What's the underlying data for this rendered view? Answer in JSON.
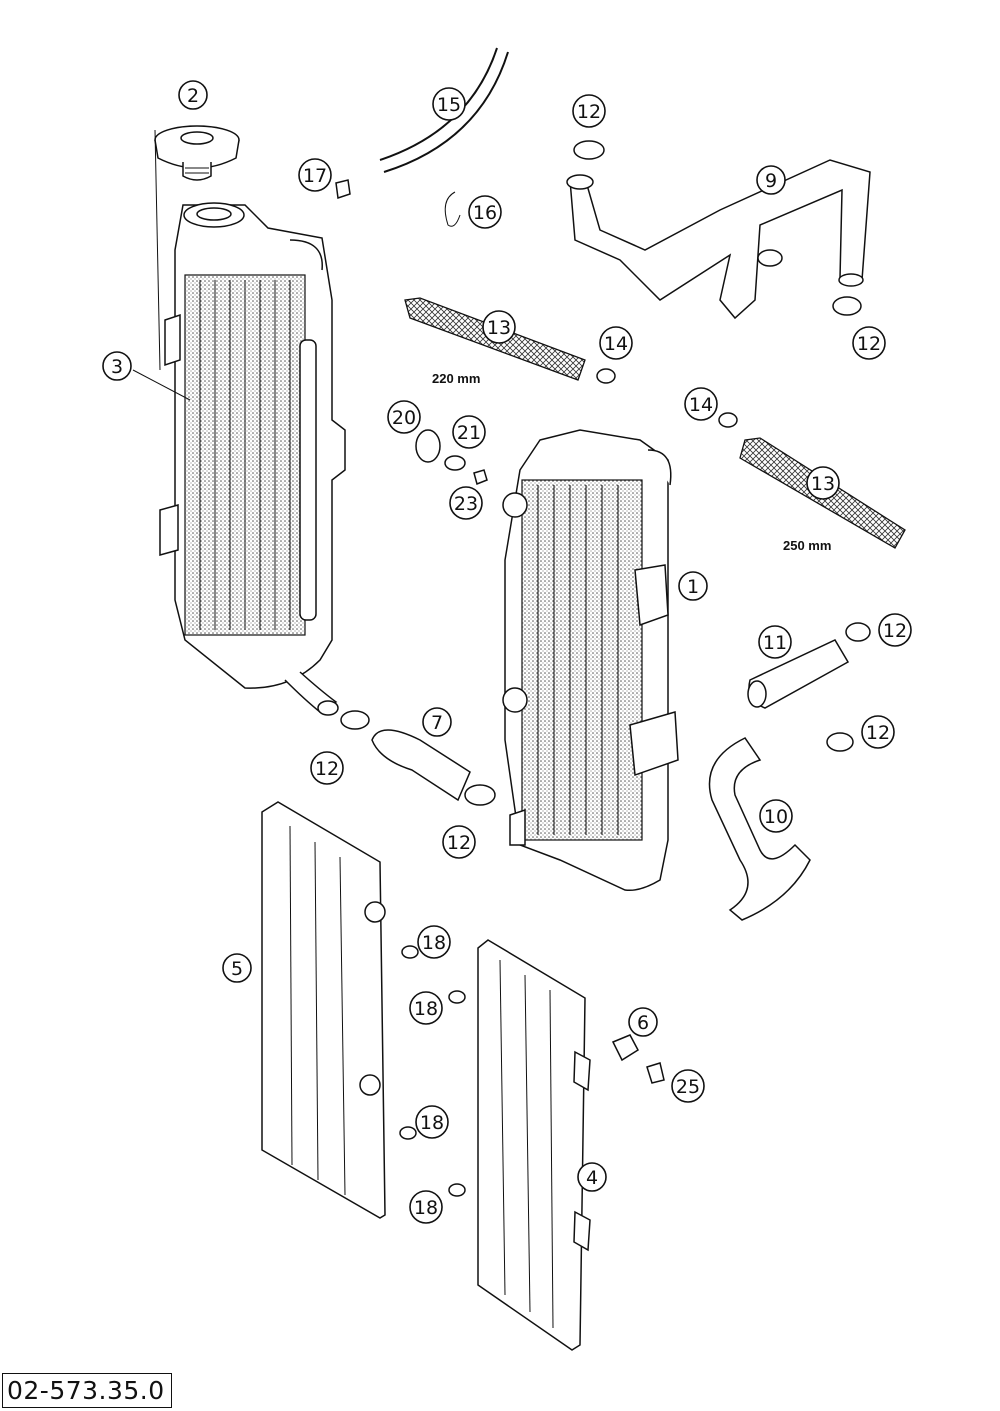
{
  "title": "",
  "reference_code": "02-573.35.0",
  "colors": {
    "line": "#111111",
    "background": "#ffffff",
    "shade": "#d9d9d9"
  },
  "dimensions": [
    {
      "id": "dim-220",
      "label": "220 mm"
    },
    {
      "id": "dim-250",
      "label": "250 mm"
    }
  ],
  "callouts": [
    {
      "id": "c1",
      "label": "1"
    },
    {
      "id": "c2",
      "label": "2"
    },
    {
      "id": "c3",
      "label": "3"
    },
    {
      "id": "c4",
      "label": "4"
    },
    {
      "id": "c5",
      "label": "5"
    },
    {
      "id": "c6",
      "label": "6"
    },
    {
      "id": "c7",
      "label": "7"
    },
    {
      "id": "c9",
      "label": "9"
    },
    {
      "id": "c10",
      "label": "10"
    },
    {
      "id": "c11",
      "label": "11"
    },
    {
      "id": "c12a",
      "label": "12"
    },
    {
      "id": "c12b",
      "label": "12"
    },
    {
      "id": "c12c",
      "label": "12"
    },
    {
      "id": "c12d",
      "label": "12"
    },
    {
      "id": "c12e",
      "label": "12"
    },
    {
      "id": "c12f",
      "label": "12"
    },
    {
      "id": "c13a",
      "label": "13"
    },
    {
      "id": "c13b",
      "label": "13"
    },
    {
      "id": "c14a",
      "label": "14"
    },
    {
      "id": "c14b",
      "label": "14"
    },
    {
      "id": "c15",
      "label": "15"
    },
    {
      "id": "c16",
      "label": "16"
    },
    {
      "id": "c17",
      "label": "17"
    },
    {
      "id": "c18a",
      "label": "18"
    },
    {
      "id": "c18b",
      "label": "18"
    },
    {
      "id": "c18c",
      "label": "18"
    },
    {
      "id": "c18d",
      "label": "18"
    },
    {
      "id": "c20",
      "label": "20"
    },
    {
      "id": "c21",
      "label": "21"
    },
    {
      "id": "c23",
      "label": "23"
    },
    {
      "id": "c25",
      "label": "25"
    }
  ]
}
